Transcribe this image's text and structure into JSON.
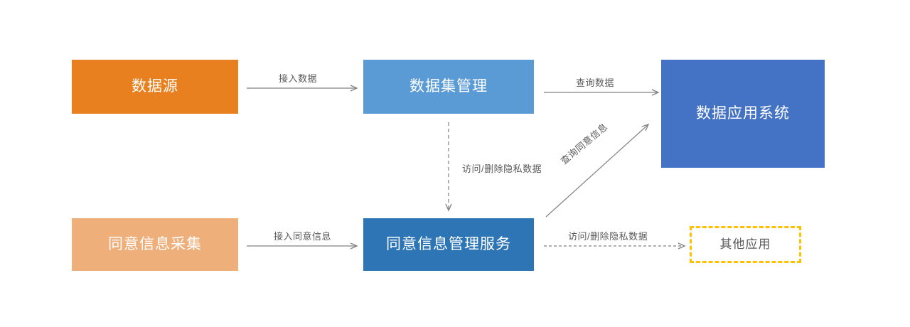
{
  "diagram": {
    "type": "flow-diagram",
    "background_color": "#ffffff",
    "nodes": [
      {
        "id": "data-source",
        "label": "数据源",
        "fill": "#E8801F",
        "text_color": "#FFFFFF",
        "shape": "rectangle"
      },
      {
        "id": "dataset-management",
        "label": "数据集管理",
        "fill": "#5B9BD5",
        "text_color": "#FFFFFF",
        "shape": "rectangle"
      },
      {
        "id": "data-application-system",
        "label": "数据应用系统",
        "fill": "#4472C4",
        "text_color": "#FFFFFF",
        "shape": "rectangle"
      },
      {
        "id": "consent-collection",
        "label": "同意信息采集",
        "fill": "#EFAF7B",
        "text_color": "#FFFFFF",
        "shape": "rectangle"
      },
      {
        "id": "consent-management-service",
        "label": "同意信息管理服务",
        "fill": "#2E75B6",
        "text_color": "#FFFFFF",
        "shape": "rectangle"
      },
      {
        "id": "other-apps",
        "label": "其他应用",
        "fill": "#FFFFFF",
        "border_color": "#FFC000",
        "border_style": "dashed",
        "text_color": "#595959",
        "shape": "rectangle"
      }
    ],
    "edges": [
      {
        "id": "ingest-data",
        "label": "接入数据",
        "from": "data-source",
        "to": "dataset-management",
        "style": "solid",
        "color": "#808080"
      },
      {
        "id": "query-data",
        "label": "查询数据",
        "from": "dataset-management",
        "to": "data-application-system",
        "style": "solid",
        "color": "#808080"
      },
      {
        "id": "access-delete-private-data-vertical",
        "label": "访问/删除隐私数据",
        "from": "dataset-management",
        "to": "consent-management-service",
        "style": "dashed",
        "color": "#808080"
      },
      {
        "id": "query-consent-info",
        "label": "查询同意信息",
        "from": "consent-management-service",
        "to": "data-application-system",
        "style": "solid",
        "color": "#808080"
      },
      {
        "id": "ingest-consent-info",
        "label": "接入同意信息",
        "from": "consent-collection",
        "to": "consent-management-service",
        "style": "solid",
        "color": "#808080"
      },
      {
        "id": "access-delete-private-data-horizontal",
        "label": "访问/删除隐私数据",
        "from": "consent-management-service",
        "to": "other-apps",
        "style": "dashed",
        "color": "#808080"
      }
    ]
  }
}
